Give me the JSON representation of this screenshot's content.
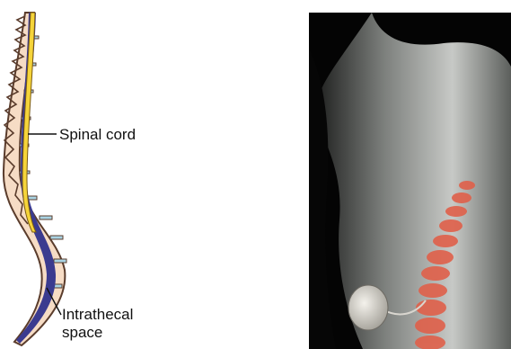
{
  "diagram": {
    "labels": {
      "spinal_cord": "Spinal cord",
      "intrathecal_space_line1": "Intrathecal",
      "intrathecal_space_line2": "space"
    },
    "icons": [
      "spine-diagram",
      "torso-photo",
      "implanted-pump",
      "catheter"
    ],
    "colors": {
      "spinal_cord": "#f5d43a",
      "intrathecal_space": "#3b3b8f",
      "vertebrae": "#f6dcc5",
      "discs": "#a9d3e3",
      "photo_background": "#040404",
      "skin": "#c7c9c6",
      "spine_highlight": "#e0604a",
      "pump": "#d9d6cf"
    }
  }
}
